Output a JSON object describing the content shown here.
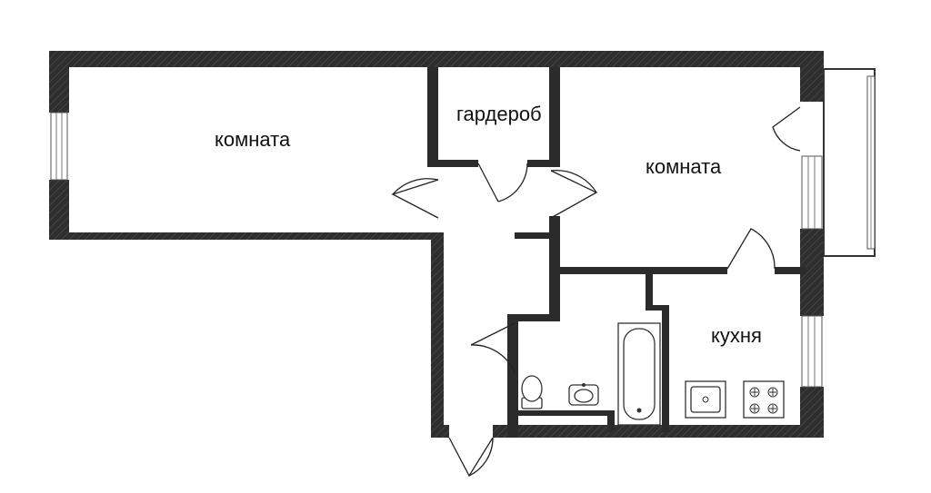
{
  "plan": {
    "rooms": [
      {
        "id": "room-1",
        "label": "комната"
      },
      {
        "id": "wardrobe",
        "label": "гардероб"
      },
      {
        "id": "room-2",
        "label": "комната"
      },
      {
        "id": "kitchen",
        "label": "кухня"
      }
    ]
  },
  "colors": {
    "wall": "#2b2b2b",
    "background": "#ffffff"
  }
}
